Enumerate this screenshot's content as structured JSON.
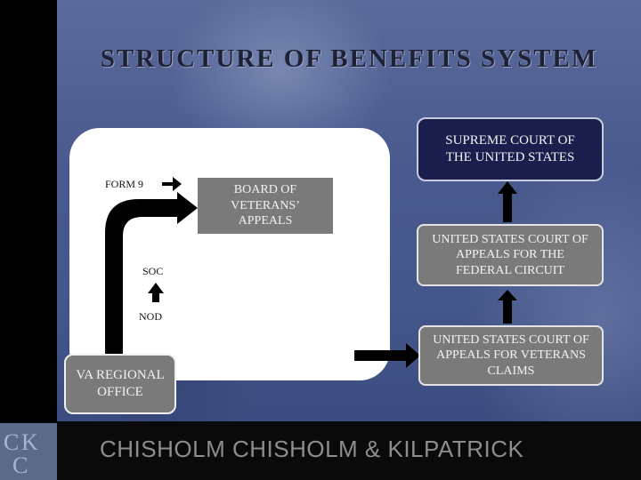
{
  "title": "STRUCTURE OF BENEFITS SYSTEM",
  "nodes": {
    "supreme": "SUPREME COURT OF THE UNITED STATES",
    "federal_circuit": "UNITED STATES COURT OF APPEALS FOR THE FEDERAL CIRCUIT",
    "veterans_claims": "UNITED STATES COURT OF APPEALS FOR VETERANS CLAIMS",
    "bva": "BOARD OF VETERANS’ APPEALS",
    "va_regional": "VA REGIONAL OFFICE"
  },
  "labels": {
    "form9": "FORM 9",
    "soc": "SOC",
    "nod": "NOD"
  },
  "footer": {
    "firm": "CHISHOLM CHISHOLM & KILPATRICK",
    "logo": "CCK"
  },
  "colors": {
    "slide_blue": "#4a5a8e",
    "navy_box": "#1a1f4d",
    "gray_box": "#7a7a7a",
    "arrow": "#000000",
    "footer_text": "#8d8d8d"
  }
}
